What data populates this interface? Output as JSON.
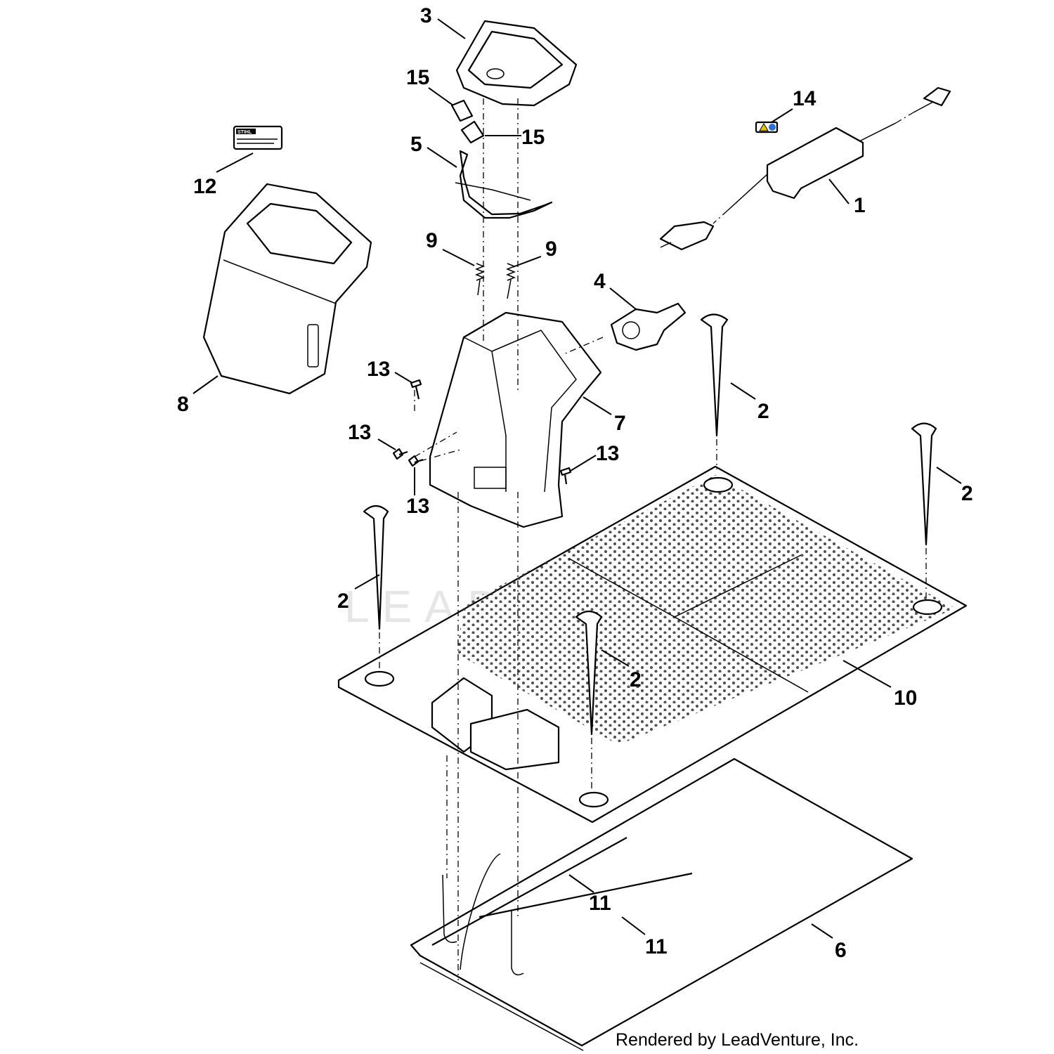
{
  "watermark": "LEADVENTURE",
  "credit": "Rendered by LeadVenture, Inc.",
  "label_text": {
    "brand": "STIHL"
  },
  "callouts": [
    {
      "id": "c1",
      "text": "1"
    },
    {
      "id": "c2a",
      "text": "2"
    },
    {
      "id": "c2b",
      "text": "2"
    },
    {
      "id": "c2c",
      "text": "2"
    },
    {
      "id": "c2d",
      "text": "2"
    },
    {
      "id": "c3",
      "text": "3"
    },
    {
      "id": "c4",
      "text": "4"
    },
    {
      "id": "c5",
      "text": "5"
    },
    {
      "id": "c6",
      "text": "6"
    },
    {
      "id": "c7",
      "text": "7"
    },
    {
      "id": "c8",
      "text": "8"
    },
    {
      "id": "c9a",
      "text": "9"
    },
    {
      "id": "c9b",
      "text": "9"
    },
    {
      "id": "c10",
      "text": "10"
    },
    {
      "id": "c11a",
      "text": "11"
    },
    {
      "id": "c11b",
      "text": "11"
    },
    {
      "id": "c12",
      "text": "12"
    },
    {
      "id": "c13a",
      "text": "13"
    },
    {
      "id": "c13b",
      "text": "13"
    },
    {
      "id": "c13c",
      "text": "13"
    },
    {
      "id": "c13d",
      "text": "13"
    },
    {
      "id": "c14",
      "text": "14"
    },
    {
      "id": "c15a",
      "text": "15"
    },
    {
      "id": "c15b",
      "text": "15"
    }
  ],
  "colors": {
    "line": "#000000",
    "background": "#ffffff",
    "warning_yellow": "#f2c200",
    "info_blue": "#2a6fd6"
  }
}
